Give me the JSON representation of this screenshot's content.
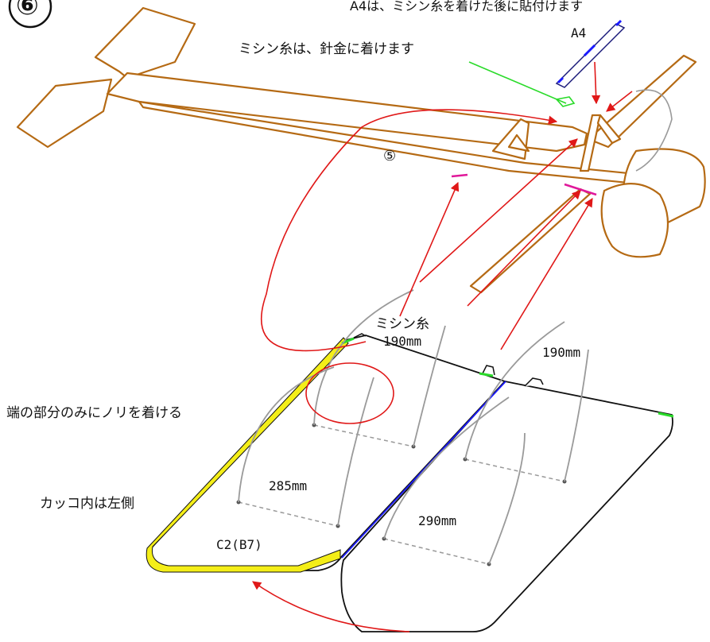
{
  "step": "⑥",
  "step_prev": "⑤",
  "notes": {
    "a4_note": "A4は、ミシン糸を着けた後に貼付けます",
    "a4_label": "A4",
    "thread_note": "ミシン糸は、針金に着けます",
    "thread_label": "ミシン糸",
    "glue_note": "端の部分のみにノリを着ける",
    "paren_note": "カッコ内は左側"
  },
  "dims": {
    "left_front": "190mm",
    "right_front": "190mm",
    "left_rear": "285mm",
    "right_rear": "290mm"
  },
  "part_label": "C2(B7)",
  "colors": {
    "outline": "#b56a14",
    "arrow": "#e01818",
    "thread": "#9a9a9a",
    "green": "#2adb2a",
    "yellow": "#f4ee18",
    "blue_fold": "#1a1aff",
    "magenta": "#e0189a"
  }
}
